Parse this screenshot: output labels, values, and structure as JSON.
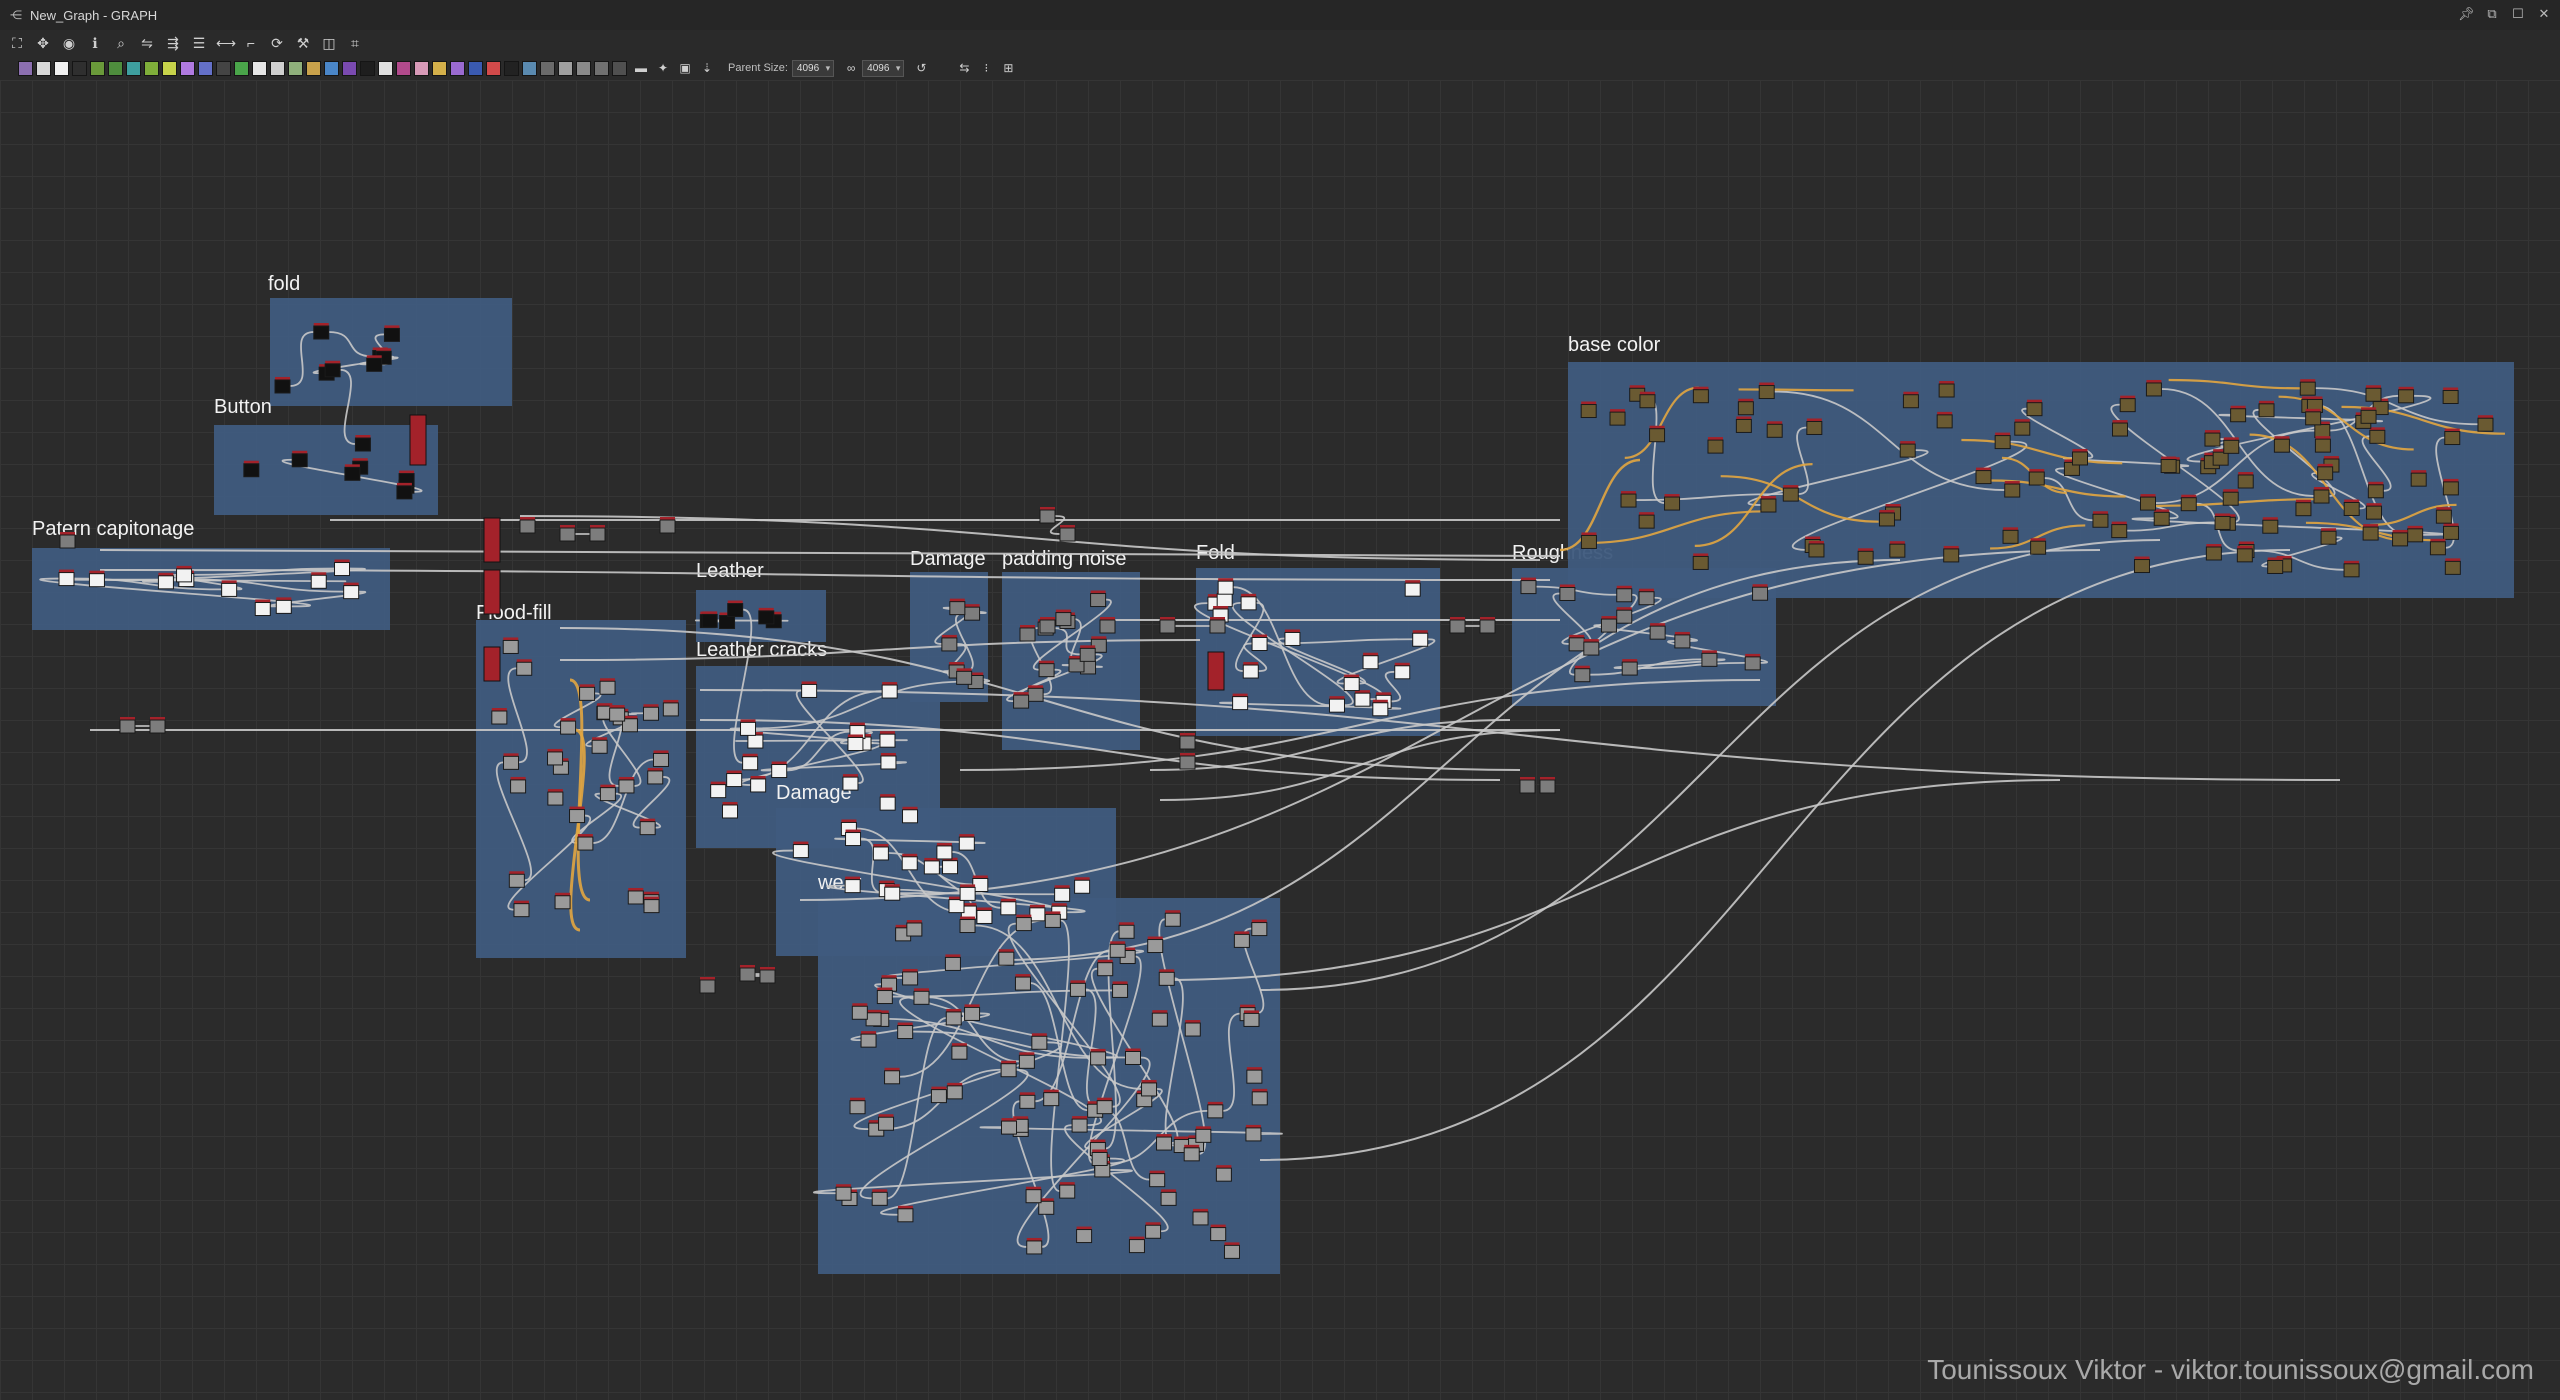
{
  "window": {
    "title": "New_Graph - GRAPH"
  },
  "toolbar": {
    "parent_size_label": "Parent Size:",
    "parent_size_value": "4096",
    "linked_size_value": "4096",
    "node_swatches": [
      "#8c6fb0",
      "#d8d8d8",
      "#f0f0f0",
      "#2f2f2f",
      "#6a9a3a",
      "#4e8d3d",
      "#3e9f9f",
      "#7fae3a",
      "#c7d34a",
      "#b07ae0",
      "#6470c8",
      "#444",
      "#4aa54a",
      "#e6e6e6",
      "#cfcfcf",
      "#8fb07b",
      "#c9a24b",
      "#4a86c8",
      "#7a4ab0",
      "#1e1e1e",
      "#e0e0e0",
      "#b24a8c",
      "#d89ab8",
      "#d4b04a",
      "#9a6ad0",
      "#3a5ab0",
      "#d24a4a",
      "#222222",
      "#5a8ab0",
      "#6a6a6a",
      "#a0a0a0",
      "#8a8a8a",
      "#707070",
      "#505050"
    ]
  },
  "frames": [
    {
      "title": "fold"
    },
    {
      "title": "Button"
    },
    {
      "title": "Patern capitonage"
    },
    {
      "title": "Flood-fill"
    },
    {
      "title": "Leather"
    },
    {
      "title": "Leather cracks"
    },
    {
      "title": "Damage"
    },
    {
      "title": "padding noise"
    },
    {
      "title": "Fold"
    },
    {
      "title": "Roughness"
    },
    {
      "title": "base color"
    },
    {
      "title": "Damage"
    },
    {
      "title": "wear"
    }
  ],
  "colors": {
    "frame": "#3f5b7e",
    "wire": "#c9c9c9",
    "wire_highlight": "#e2a640",
    "node_red": "#a3222a",
    "canvas": "#2b2b2b"
  },
  "credit": "Tounissoux Viktor - viktor.tounissoux@gmail.com"
}
